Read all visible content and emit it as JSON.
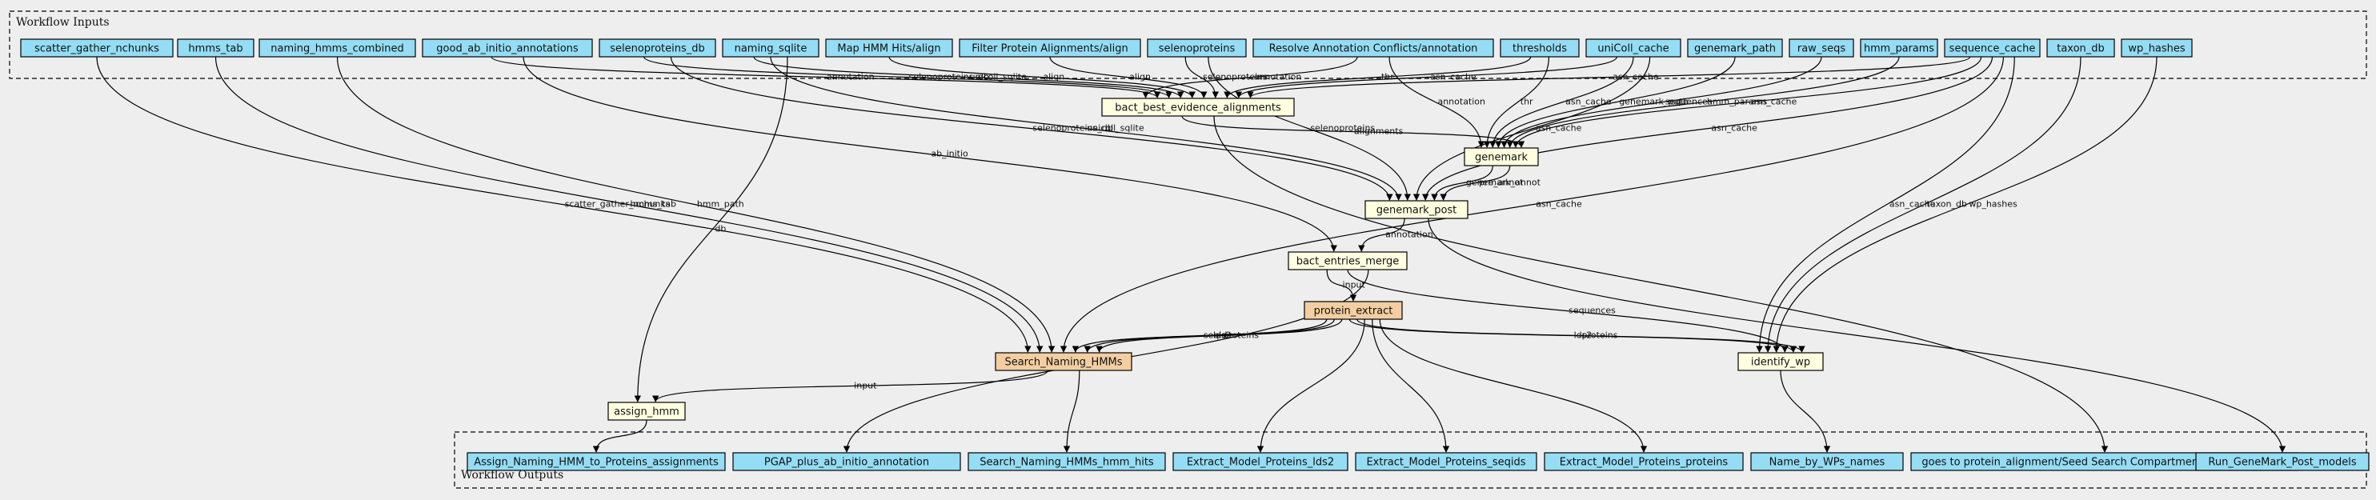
{
  "clusters": {
    "inputs_title": "Workflow Inputs",
    "outputs_title": "Workflow Outputs"
  },
  "colors": {
    "background": "#eeeeee",
    "io_node": "#94ddf4",
    "step_node": "#ffffe0",
    "subworkflow_node": "#f3cea1",
    "edge": "#000000"
  },
  "inputs": [
    {
      "id": "in_sgn",
      "label": "scatter_gather_nchunks"
    },
    {
      "id": "in_hmms_tab",
      "label": "hmms_tab"
    },
    {
      "id": "in_nhc",
      "label": "naming_hmms_combined"
    },
    {
      "id": "in_gaia",
      "label": "good_ab_initio_annotations"
    },
    {
      "id": "in_seldb",
      "label": "selenoproteins_db"
    },
    {
      "id": "in_nsq",
      "label": "naming_sqlite"
    },
    {
      "id": "in_mhh",
      "label": "Map HMM Hits/align"
    },
    {
      "id": "in_fpa",
      "label": "Filter Protein Alignments/align"
    },
    {
      "id": "in_sel",
      "label": "selenoproteins"
    },
    {
      "id": "in_rac",
      "label": "Resolve Annotation Conflicts/annotation"
    },
    {
      "id": "in_thr",
      "label": "thresholds"
    },
    {
      "id": "in_uni",
      "label": "uniColl_cache"
    },
    {
      "id": "in_gmp",
      "label": "genemark_path"
    },
    {
      "id": "in_raw",
      "label": "raw_seqs"
    },
    {
      "id": "in_hmp",
      "label": "hmm_params"
    },
    {
      "id": "in_seq",
      "label": "sequence_cache"
    },
    {
      "id": "in_tax",
      "label": "taxon_db"
    },
    {
      "id": "in_wph",
      "label": "wp_hashes"
    }
  ],
  "steps": [
    {
      "id": "st_bbea",
      "label": "bact_best_evidence_alignments",
      "kind": "step"
    },
    {
      "id": "st_gm",
      "label": "genemark",
      "kind": "step"
    },
    {
      "id": "st_gmp",
      "label": "genemark_post",
      "kind": "step"
    },
    {
      "id": "st_bem",
      "label": "bact_entries_merge",
      "kind": "step"
    },
    {
      "id": "st_pe",
      "label": "protein_extract",
      "kind": "subworkflow"
    },
    {
      "id": "st_snh",
      "label": "Search_Naming_HMMs",
      "kind": "subworkflow"
    },
    {
      "id": "st_iwp",
      "label": "identify_wp",
      "kind": "step"
    },
    {
      "id": "st_ah",
      "label": "assign_hmm",
      "kind": "step"
    }
  ],
  "outputs": [
    {
      "id": "out_anhp",
      "label": "Assign_Naming_HMM_to_Proteins_assignments"
    },
    {
      "id": "out_ppai",
      "label": "PGAP_plus_ab_initio_annotation"
    },
    {
      "id": "out_snhh",
      "label": "Search_Naming_HMMs_hmm_hits"
    },
    {
      "id": "out_empl",
      "label": "Extract_Model_Proteins_lds2"
    },
    {
      "id": "out_emps",
      "label": "Extract_Model_Proteins_seqids"
    },
    {
      "id": "out_empp",
      "label": "Extract_Model_Proteins_proteins"
    },
    {
      "id": "out_nbw",
      "label": "Name_by_WPs_names"
    },
    {
      "id": "out_gtpa",
      "label": "goes to protein_alignment/Seed Search Compartments/compartments"
    },
    {
      "id": "out_rgpm",
      "label": "Run_GeneMark_Post_models"
    }
  ],
  "edges": [
    {
      "from": "in_rac",
      "to": "st_bbea",
      "label": "annotation"
    },
    {
      "from": "in_gaia",
      "to": "st_bbea",
      "label": "annotation"
    },
    {
      "from": "in_seldb",
      "to": "st_bbea",
      "label": "selenoproteins_db"
    },
    {
      "from": "in_nsq",
      "to": "st_bbea",
      "label": "unicoll_sqlite"
    },
    {
      "from": "in_mhh",
      "to": "st_bbea",
      "label": "align"
    },
    {
      "from": "in_fpa",
      "to": "st_bbea",
      "label": "align"
    },
    {
      "from": "in_sel",
      "to": "st_bbea",
      "label": "selenoproteins"
    },
    {
      "from": "in_thr",
      "to": "st_bbea",
      "label": "thr"
    },
    {
      "from": "in_uni",
      "to": "st_bbea",
      "label": "asn_cache"
    },
    {
      "from": "in_seq",
      "to": "st_bbea",
      "label": "asn_cache"
    },
    {
      "from": "in_rac",
      "to": "st_gm",
      "label": "annotation"
    },
    {
      "from": "in_thr",
      "to": "st_gm",
      "label": "thr"
    },
    {
      "from": "in_uni",
      "to": "st_gm",
      "label": "asn_cache"
    },
    {
      "from": "in_gmp",
      "to": "st_gm",
      "label": "genemark_path"
    },
    {
      "from": "in_raw",
      "to": "st_gm",
      "label": "sequences"
    },
    {
      "from": "in_hmp",
      "to": "st_gm",
      "label": "hmm_params"
    },
    {
      "from": "in_seq",
      "to": "st_gm",
      "label": "asn_cache"
    },
    {
      "from": "st_bbea",
      "to": "st_gm",
      "label": "alignments"
    },
    {
      "from": "in_seldb",
      "to": "st_gmp",
      "label": "selenoproteins_db"
    },
    {
      "from": "in_nsq",
      "to": "st_gmp",
      "label": "unicoll_sqlite"
    },
    {
      "from": "in_sel",
      "to": "st_gmp",
      "label": "selenoproteins"
    },
    {
      "from": "in_uni",
      "to": "st_gmp",
      "label": "asn_cache"
    },
    {
      "from": "in_seq",
      "to": "st_gmp",
      "label": "asn_cache"
    },
    {
      "from": "st_gm",
      "to": "st_gmp",
      "label": "genemark_annot"
    },
    {
      "from": "st_gm",
      "to": "st_gmp",
      "label": "pre_annot"
    },
    {
      "from": "in_gaia",
      "to": "st_bem",
      "label": "ab_initio"
    },
    {
      "from": "st_gmp",
      "to": "st_bem",
      "label": "annotation"
    },
    {
      "from": "st_bem",
      "to": "st_pe",
      "label": "input"
    },
    {
      "from": "in_sgn",
      "to": "st_snh",
      "label": "scatter_gather_nchunks"
    },
    {
      "from": "in_hmms_tab",
      "to": "st_snh",
      "label": "hmms_tab"
    },
    {
      "from": "in_nhc",
      "to": "st_snh",
      "label": "hmm_path"
    },
    {
      "from": "in_seq",
      "to": "st_snh",
      "label": "asn_cache"
    },
    {
      "from": "st_pe",
      "to": "st_snh",
      "label": "seqids"
    },
    {
      "from": "st_pe",
      "to": "st_snh",
      "label": "lds2"
    },
    {
      "from": "st_pe",
      "to": "st_snh",
      "label": "proteins"
    },
    {
      "from": "in_seq",
      "to": "st_iwp",
      "label": "asn_cache"
    },
    {
      "from": "in_tax",
      "to": "st_iwp",
      "label": "taxon_db"
    },
    {
      "from": "in_wph",
      "to": "st_iwp",
      "label": "wp_hashes"
    },
    {
      "from": "st_bem",
      "to": "st_iwp",
      "label": "sequences"
    },
    {
      "from": "st_pe",
      "to": "st_iwp",
      "label": "lds2"
    },
    {
      "from": "st_pe",
      "to": "st_iwp",
      "label": "proteins"
    },
    {
      "from": "in_nsq",
      "to": "st_ah",
      "label": "db"
    },
    {
      "from": "st_snh",
      "to": "st_ah",
      "label": "input"
    },
    {
      "from": "st_ah",
      "to": "out_anhp",
      "label": ""
    },
    {
      "from": "st_bem",
      "to": "out_ppai",
      "label": ""
    },
    {
      "from": "st_snh",
      "to": "out_snhh",
      "label": ""
    },
    {
      "from": "st_pe",
      "to": "out_empl",
      "label": ""
    },
    {
      "from": "st_pe",
      "to": "out_emps",
      "label": ""
    },
    {
      "from": "st_pe",
      "to": "out_empp",
      "label": ""
    },
    {
      "from": "st_iwp",
      "to": "out_nbw",
      "label": ""
    },
    {
      "from": "st_bbea",
      "to": "out_gtpa",
      "label": ""
    },
    {
      "from": "st_gmp",
      "to": "out_rgpm",
      "label": ""
    }
  ]
}
